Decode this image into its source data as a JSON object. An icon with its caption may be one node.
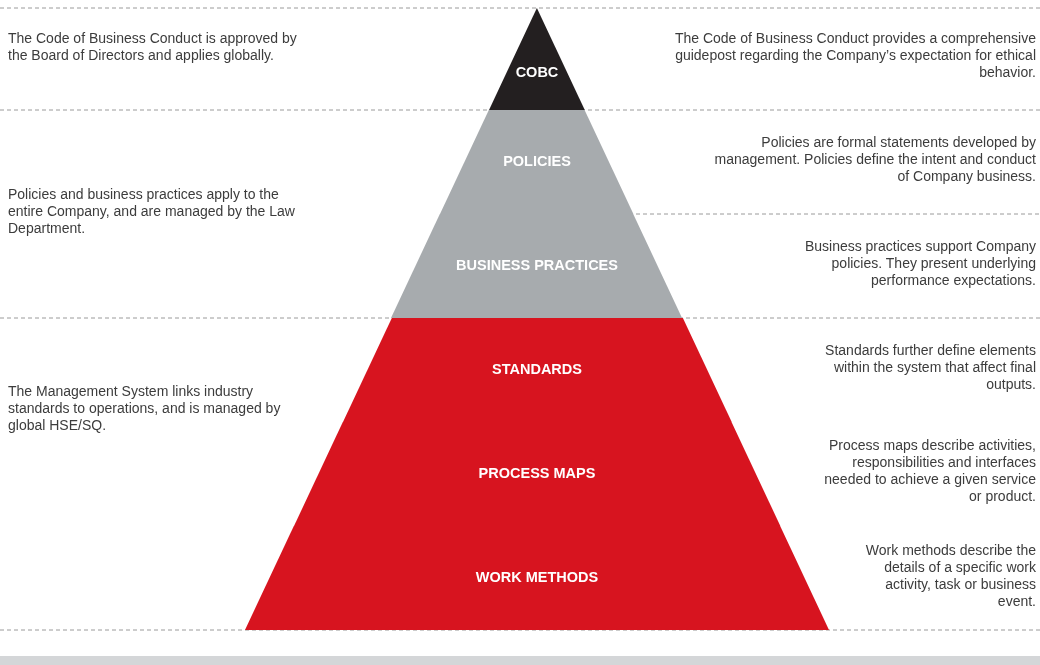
{
  "diagram": {
    "nodes": [
      {
        "text": [
          "COBC"
        ]
      },
      {
        "text": [
          "POLICIES"
        ]
      },
      {
        "text": [
          "BUSINESS PRACTICES"
        ]
      },
      {
        "text": [
          "STANDARDS"
        ]
      },
      {
        "text": [
          "PROCESS MAPS"
        ]
      },
      {
        "text": [
          "WORK METHODS"
        ]
      }
    ],
    "edges": [],
    "labels": [
      "The Code of Business Conduct is approved by the Board of Directors and applies globally.",
      "The Code of Business Conduct provides a comprehensive guidepost regarding the Company’s expectation for ethical behavior.",
      "Policies are formal statements developed by management. Policies define the intent and conduct of Company business.",
      "Policies and business practices apply to the entire Company, and are managed by the Law Department.",
      "Business practices support Company policies. They present underlying performance expectations.",
      "The Management System links industry standards to operations, and is managed by global HSE/SQ.",
      "Standards further define elements within the system that affect final outputs.",
      "Process maps describe activities, responsibilities and interfaces needed to achieve a given service or product.",
      "Work methods describe the details of a specific work activity, task or business event."
    ]
  }
}
